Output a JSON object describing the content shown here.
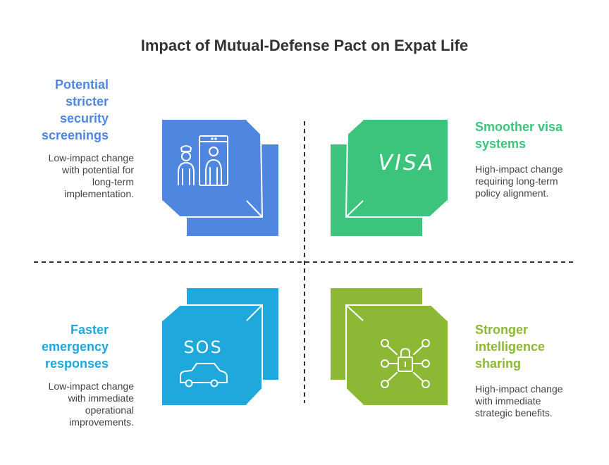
{
  "title": "Impact of Mutual-Defense Pact on Expat Life",
  "quadrants": [
    {
      "title": "Potential\nstricter\nsecurity\nscreenings",
      "description": "Low-impact change\nwith potential for\nlong-term\nimplementation.",
      "color": "#4F86E0",
      "icon": "security-screening-icon"
    },
    {
      "title": "Smoother visa\nsystems",
      "description": "High-impact change\nrequiring long-term\npolicy alignment.",
      "color": "#3CC47C",
      "icon": "visa-icon",
      "icon_text": "VISA"
    },
    {
      "title": "Faster\nemergency\nresponses",
      "description": "Low-impact change\nwith immediate\noperational\nimprovements.",
      "color": "#1EA8DC",
      "icon": "sos-car-icon",
      "icon_text": "SOS"
    },
    {
      "title": "Stronger\nintelligence\nsharing",
      "description": "High-impact change\nwith immediate\nstrategic benefits.",
      "color": "#8DB836",
      "icon": "network-lock-icon"
    }
  ]
}
